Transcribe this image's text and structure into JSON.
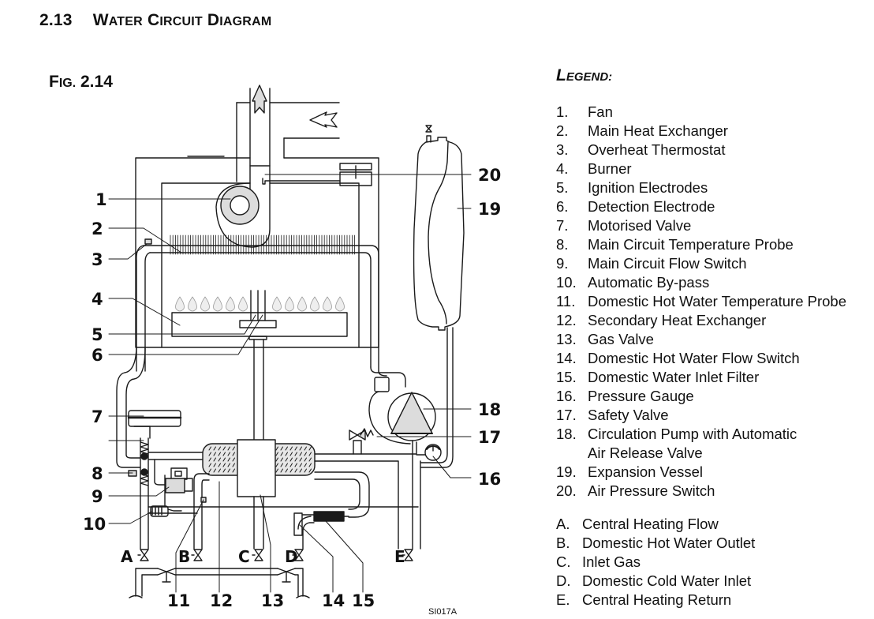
{
  "document": {
    "section_number": "2.13",
    "section_title": "Water Circuit Diagram",
    "figure_label": "Fig. 2.14",
    "figure_code": "SI017A"
  },
  "legend": {
    "title": "Legend:",
    "items": [
      {
        "num": "1.",
        "label": "Fan"
      },
      {
        "num": "2.",
        "label": "Main Heat Exchanger"
      },
      {
        "num": "3.",
        "label": "Overheat Thermostat"
      },
      {
        "num": "4.",
        "label": "Burner"
      },
      {
        "num": "5.",
        "label": "Ignition Electrodes"
      },
      {
        "num": "6.",
        "label": "Detection Electrode"
      },
      {
        "num": "7.",
        "label": "Motorised Valve"
      },
      {
        "num": "8.",
        "label": "Main Circuit Temperature Probe"
      },
      {
        "num": "9.",
        "label": "Main Circuit Flow Switch"
      },
      {
        "num": "10.",
        "label": "Automatic By-pass"
      },
      {
        "num": "11.",
        "label": "Domestic Hot Water Temperature Probe"
      },
      {
        "num": "12.",
        "label": "Secondary Heat Exchanger"
      },
      {
        "num": "13.",
        "label": "Gas Valve"
      },
      {
        "num": "14.",
        "label": "Domestic Hot Water Flow Switch"
      },
      {
        "num": "15.",
        "label": "Domestic Water Inlet Filter"
      },
      {
        "num": "16.",
        "label": "Pressure Gauge"
      },
      {
        "num": "17.",
        "label": "Safety Valve"
      },
      {
        "num": "18.",
        "label": "Circulation Pump with Automatic",
        "continuation": "Air Release Valve"
      },
      {
        "num": "19.",
        "label": "Expansion Vessel"
      },
      {
        "num": "20.",
        "label": "Air Pressure Switch"
      }
    ],
    "connections": [
      {
        "letter": "A.",
        "label": "Central Heating Flow"
      },
      {
        "letter": "B.",
        "label": "Domestic Hot Water Outlet"
      },
      {
        "letter": "C.",
        "label": "Inlet Gas"
      },
      {
        "letter": "D.",
        "label": "Domestic Cold Water Inlet"
      },
      {
        "letter": "E.",
        "label": "Central Heating Return"
      }
    ]
  },
  "diagram": {
    "callouts": [
      "1",
      "2",
      "3",
      "4",
      "5",
      "6",
      "7",
      "8",
      "9",
      "10",
      "11",
      "12",
      "13",
      "14",
      "15",
      "16",
      "17",
      "18",
      "19",
      "20"
    ],
    "connection_letters": [
      "A",
      "B",
      "C",
      "D",
      "E"
    ],
    "colors": {
      "line": "#1a1a1a",
      "fill_grey": "#dcdcdc",
      "flame": "#eeeeee"
    }
  }
}
